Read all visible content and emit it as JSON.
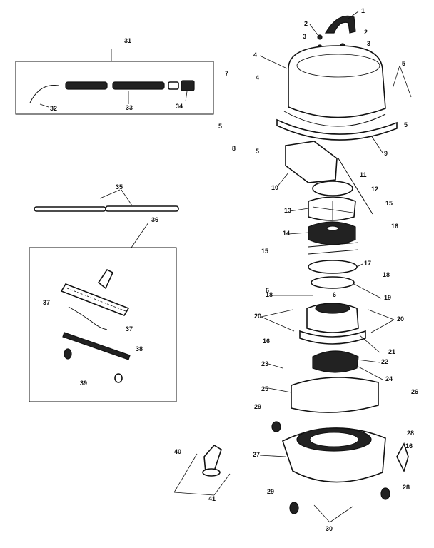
{
  "diagram": {
    "labels": {
      "l1": "1",
      "l2a": "2",
      "l2b": "2",
      "l3a": "3",
      "l3b": "3",
      "l4a": "4",
      "l4b": "4",
      "l5a": "5",
      "l5b": "5",
      "l5c": "5",
      "l5d": "5",
      "l6a": "6",
      "l6b": "6",
      "l7": "7",
      "l8": "8",
      "l9": "9",
      "l10": "10",
      "l11": "11",
      "l12": "12",
      "l13": "13",
      "l14": "14",
      "l15a": "15",
      "l15b": "15",
      "l16a": "16",
      "l16b": "16",
      "l16c": "16",
      "l17": "17",
      "l18a": "18",
      "l18b": "18",
      "l19": "19",
      "l20a": "20",
      "l20b": "20",
      "l21": "21",
      "l22": "22",
      "l23": "23",
      "l24": "24",
      "l25": "25",
      "l26": "26",
      "l27": "27",
      "l28a": "28",
      "l28b": "28",
      "l29a": "29",
      "l29b": "29",
      "l30": "30",
      "l31": "31",
      "l32": "32",
      "l33": "33",
      "l34": "34",
      "l35": "35",
      "l36": "36",
      "l37a": "37",
      "l37b": "37",
      "l38": "38",
      "l39": "39",
      "l40": "40",
      "l41": "41"
    }
  }
}
